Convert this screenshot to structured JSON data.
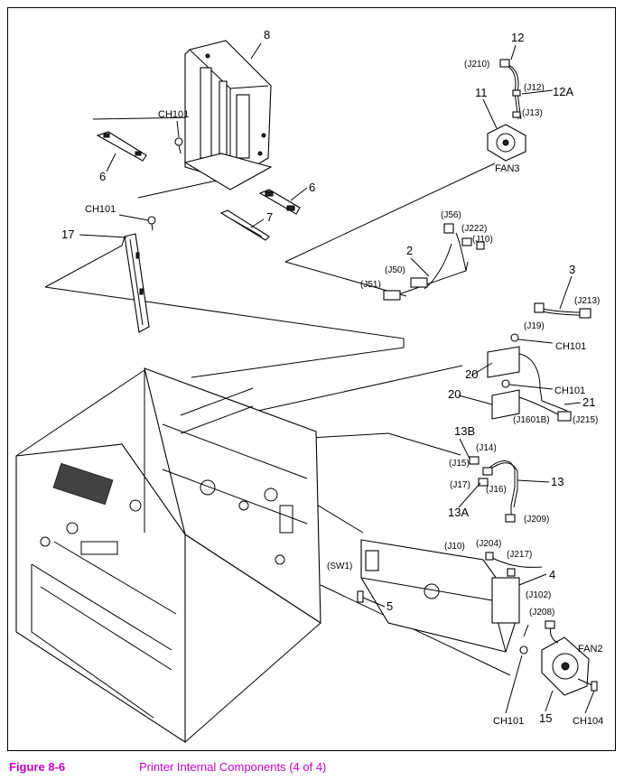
{
  "labels": {
    "n8": "8",
    "n6a": "6",
    "n6b": "6",
    "n7": "7",
    "n17": "17",
    "ch101_top": "CH101",
    "ch101_left": "CH101",
    "n12": "12",
    "j210": "(J210)",
    "j12": "(J12)",
    "n12a": "12A",
    "j13": "(J13)",
    "n11": "11",
    "fan3": "FAN3",
    "j56": "(J56)",
    "j222": "(J222)",
    "j10a": "(J10)",
    "n2": "2",
    "j50": "(J50)",
    "j51": "(J51)",
    "n3": "3",
    "j213": "(J213)",
    "j19": "(J19)",
    "ch101_r1": "CH101",
    "n20a": "20",
    "ch101_r2": "CH101",
    "n20b": "20",
    "n21": "21",
    "j1601b": "(J1601B)",
    "j215": "(J215)",
    "n13b": "13B",
    "j14": "(J14)",
    "j15": "(J15)",
    "j17": "(J17)",
    "j16": "(J16)",
    "n13": "13",
    "n13a": "13A",
    "j209": "(J209)",
    "j10b": "(J10)",
    "j204": "(J204)",
    "j217": "(J217)",
    "sw1": "(SW1)",
    "n4": "4",
    "n5": "5",
    "j102": "(J102)",
    "j208": "(J208)",
    "fan2": "FAN2",
    "ch101_bot": "CH101",
    "n15": "15",
    "ch104": "CH104"
  },
  "caption": {
    "figure": "Figure 8-6",
    "title": "Printer Internal Components (4 of 4)"
  },
  "colors": {
    "caption": "#c800c8",
    "line": "#000000"
  }
}
